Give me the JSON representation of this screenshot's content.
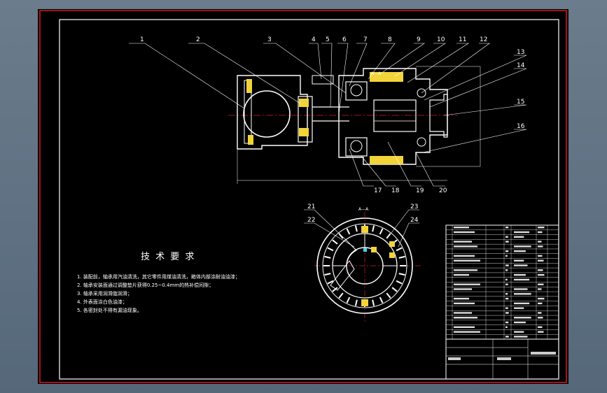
{
  "callouts": [
    "1",
    "2",
    "3",
    "4",
    "5",
    "6",
    "7",
    "8",
    "9",
    "10",
    "11",
    "12",
    "13",
    "14",
    "15",
    "16",
    "17",
    "18",
    "19",
    "20",
    "21",
    "22",
    "23",
    "24"
  ],
  "section_label": "A—A",
  "tech_req": {
    "title": "技 术 要 求",
    "items": [
      "1. 装配前，轴承用汽油清洗，其它零件用煤油清洗，箱体内部涂耐油油漆；",
      "2. 轴承安装面通过调整垫片获得0.25~0.4mm的热补偿间隙；",
      "3. 轴承采用润滑脂润滑；",
      "4. 外表面涂白色油漆；",
      "5. 各密封处不得有漏油现象。"
    ]
  },
  "colors": {
    "sheet": "#000000",
    "frame": "#ffffff",
    "border_red": "#d9182a",
    "part": "#ffffff",
    "yellow": "#f2d43a",
    "cyan": "#3fd6f0",
    "centerline": "#d9182a",
    "leader": "#ffffff"
  }
}
